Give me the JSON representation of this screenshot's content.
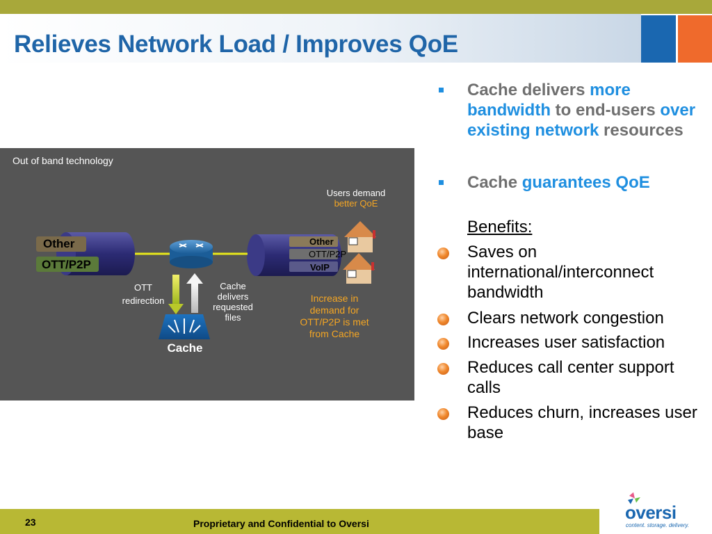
{
  "slide": {
    "title": "Relieves Network Load / Improves QoE",
    "page_number": "23",
    "footer": "Proprietary and Confidential to Oversi"
  },
  "diagram": {
    "panel_title": "Out of band technology",
    "left_pipe": {
      "other": "Other",
      "ott": "OTT/P2P"
    },
    "right_pipe": {
      "other": "Other",
      "ott": "OTT/P2P",
      "voip": "VoIP"
    },
    "users_demand_line1": "Users demand",
    "users_demand_line2": "better QoE",
    "ott_redirection_line1": "OTT",
    "ott_redirection_line2": "redirection",
    "cache_delivers": [
      "Cache",
      "delivers",
      "requested",
      "files"
    ],
    "increase": [
      "Increase in",
      "demand for",
      "OTT/P2P is met",
      "from Cache"
    ],
    "cache_label": "Cache"
  },
  "bullets": {
    "b1": {
      "p1": "Cache delivers ",
      "h1": "more bandwidth",
      "p2": " to end-users ",
      "h2": "over existing network",
      "p3": " resources"
    },
    "b2": {
      "p1": "Cache ",
      "h1": "guarantees QoE"
    }
  },
  "benefits": {
    "heading": "Benefits:",
    "items": [
      "Saves on international/interconnect bandwidth",
      "Clears network congestion",
      "Increases user satisfaction",
      "Reduces call center support calls",
      "Reduces churn, increases user base"
    ]
  },
  "logo": {
    "word": "oversi",
    "tagline": "content. storage. delivery."
  },
  "colors": {
    "title": "#1f65a8",
    "highlight": "#1f8fe0",
    "accent_orange": "#f5a623",
    "band": "#a8a83a"
  }
}
